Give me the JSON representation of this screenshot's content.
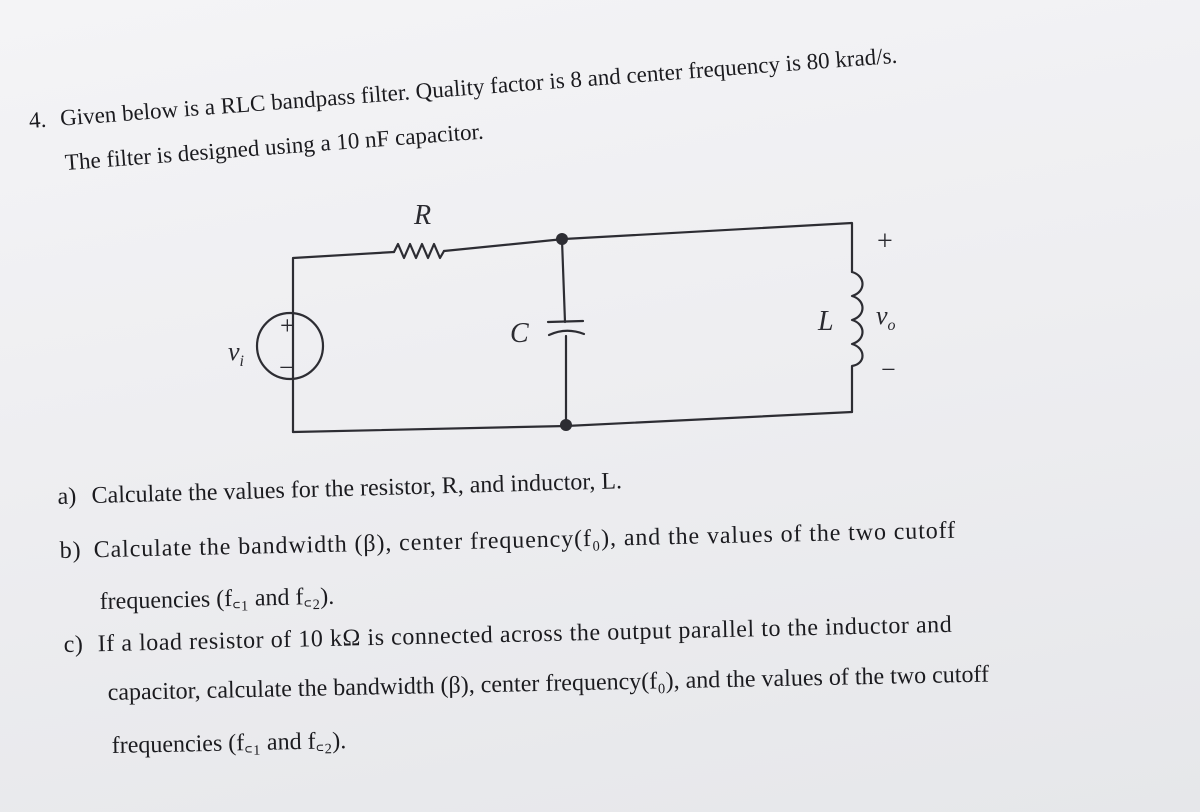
{
  "problem": {
    "number": "4.",
    "line1": "Given below is a RLC bandpass filter. Quality factor is 8 and center frequency is 80 krad/s.",
    "line2": "The filter is designed using a 10 nF capacitor."
  },
  "circuit": {
    "label_R": "R",
    "label_C": "C",
    "label_L": "L",
    "label_vi": "v",
    "label_vi_sub": "i",
    "label_vo": "v",
    "label_vo_sub": "o",
    "source_plus": "+",
    "source_minus": "−",
    "out_plus": "+",
    "out_minus": "−"
  },
  "parts": {
    "a": {
      "label": "a)",
      "text": "Calculate the values for the resistor, R, and inductor, L."
    },
    "b": {
      "label": "b)",
      "line1": "Calculate the bandwidth (β), center frequency(f₀), and the values of the two cutoff",
      "line2": "frequencies (f꜀₁ and f꜀₂)."
    },
    "c": {
      "label": "c)",
      "line1": "If a load resistor of 10 kΩ is connected across the output parallel to the inductor and",
      "line2": "capacitor, calculate the bandwidth (β), center frequency(f₀), and the values of the two cutoff",
      "line3": "frequencies (f꜀₁ and f꜀₂)."
    }
  }
}
